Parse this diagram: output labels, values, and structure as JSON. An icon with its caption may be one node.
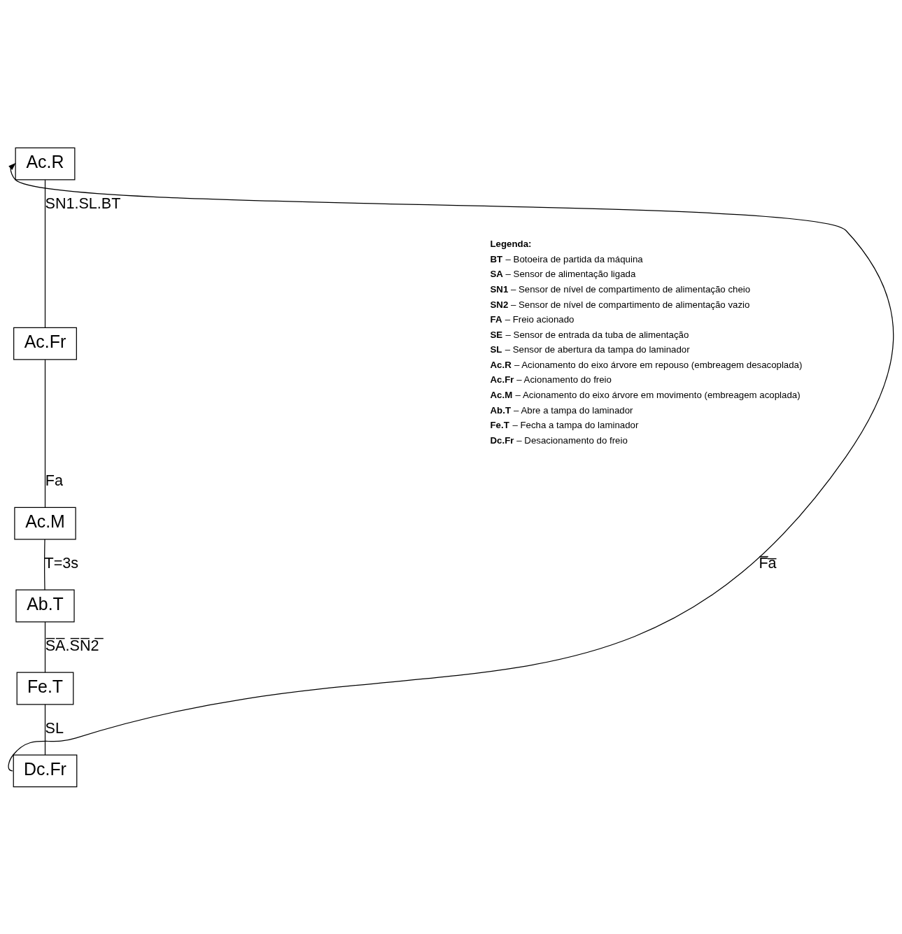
{
  "diagram": {
    "nodes": [
      {
        "text": [
          "Ac.R"
        ]
      },
      {
        "text": [
          "Ac.Fr"
        ]
      },
      {
        "text": [
          "Ac.M"
        ]
      },
      {
        "text": [
          "Ab.T"
        ]
      },
      {
        "text": [
          "Fe.T"
        ]
      },
      {
        "text": [
          "Dc.Fr"
        ]
      }
    ],
    "edges": [
      {
        "from": 0,
        "to": 1,
        "arrow": "none",
        "label": "SN1.SL.BT"
      },
      {
        "from": 1,
        "to": 2,
        "arrow": "none",
        "label": "Fa"
      },
      {
        "from": 2,
        "to": 3,
        "arrow": "none",
        "label": "T=3s"
      },
      {
        "from": 3,
        "to": 4,
        "arrow": "none",
        "label": "S̅A̅.S̅N̅2̅"
      },
      {
        "from": 4,
        "to": 5,
        "arrow": "none",
        "label": "SL"
      },
      {
        "from": 5,
        "to": 0,
        "arrow": "to",
        "label": "F̅a̅"
      }
    ],
    "labels": [
      "Legenda:",
      "**BT** – Botoeira de partida da máquina",
      "**SA** – Sensor de alimentação ligada",
      "**SN1** – Sensor de nível de compartimento de alimentação cheio",
      "**SN2** – Sensor de nível de compartimento de alimentação vazio",
      "**FA** – Freio acionado",
      "**SE** – Sensor de entrada da tuba de alimentação",
      "**SL** – Sensor de abertura da tampa do laminador",
      "**Ac.R** – Acionamento do eixo árvore em repouso (embreagem desacoplada)",
      "**Ac.Fr** – Acionamento do freio",
      "**Ac.M** – Acionamento do eixo árvore em movimento (embreagem acoplada)",
      "**Ab.T** – Abre a tampa do laminador",
      "**Fe.T** – Fecha a tampa do laminador",
      "**Dc.Fr** – Desacionamento do freio"
    ]
  }
}
